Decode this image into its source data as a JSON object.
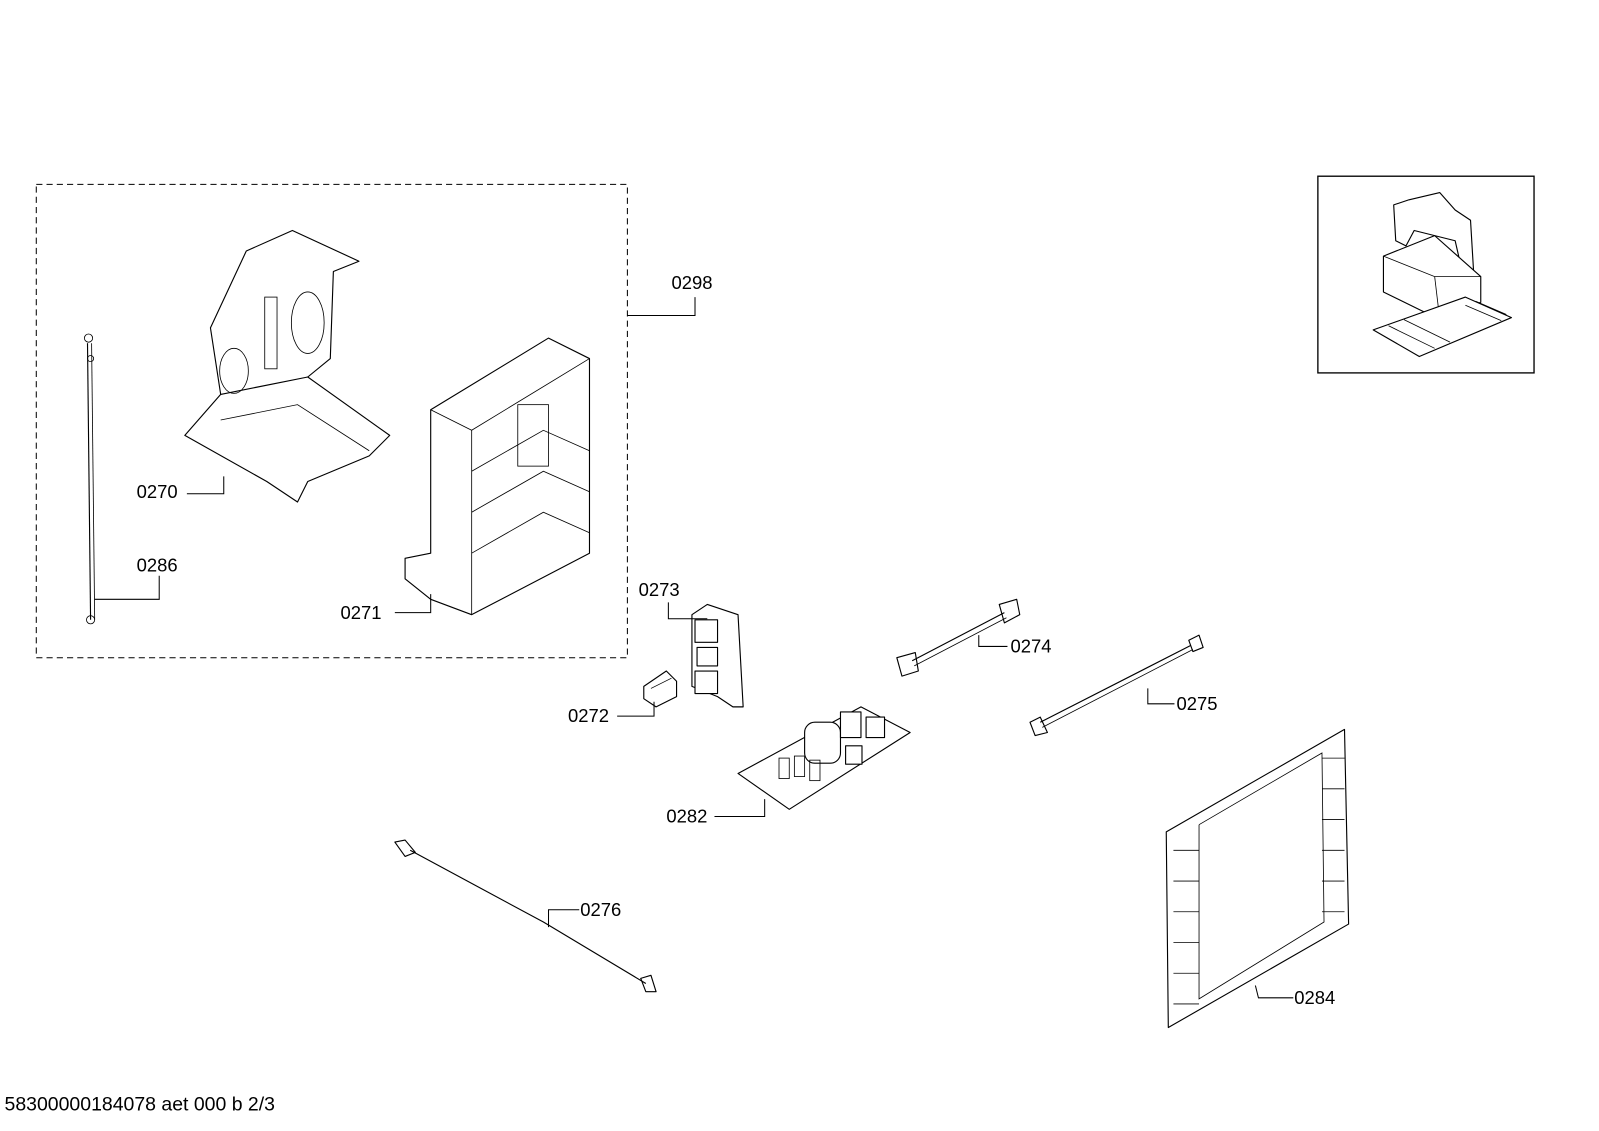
{
  "diagram": {
    "group_label": "0298",
    "parts": [
      {
        "id": "0270"
      },
      {
        "id": "0271"
      },
      {
        "id": "0272"
      },
      {
        "id": "0273"
      },
      {
        "id": "0274"
      },
      {
        "id": "0275"
      },
      {
        "id": "0276"
      },
      {
        "id": "0282"
      },
      {
        "id": "0284"
      },
      {
        "id": "0286"
      }
    ],
    "footer": "58300000184078 aet 000 b 2/3"
  }
}
